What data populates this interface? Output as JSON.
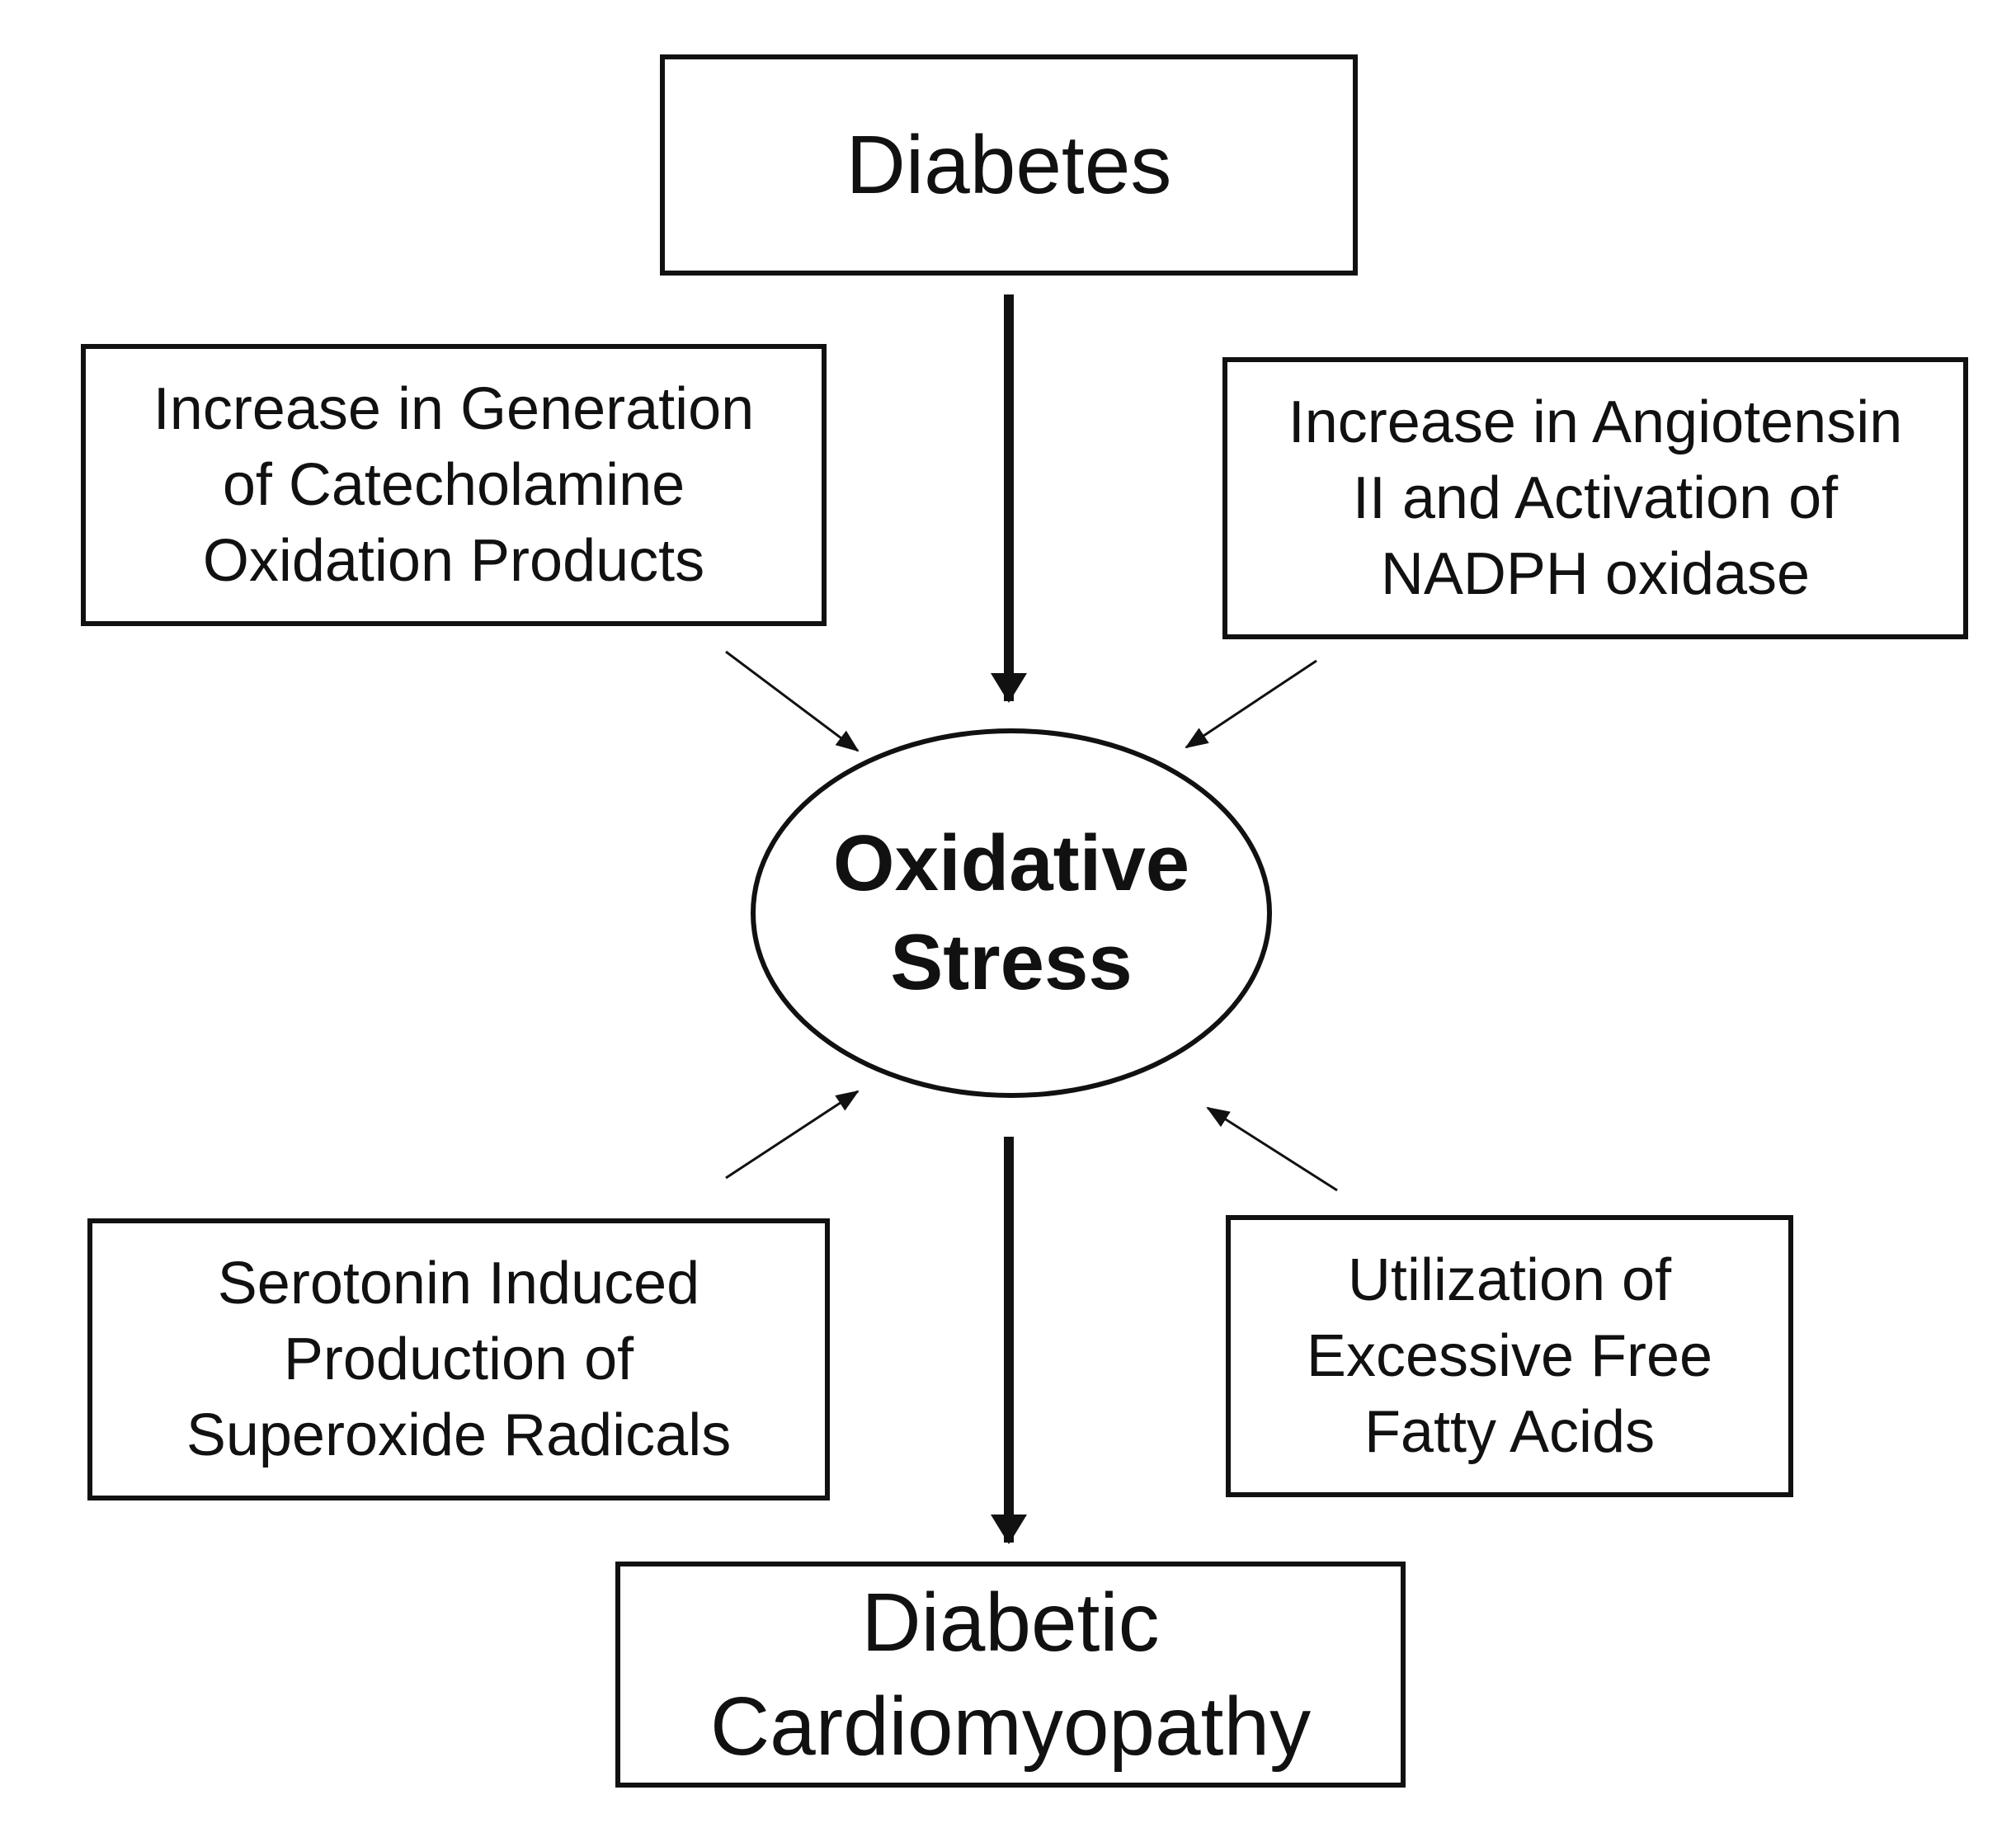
{
  "diagram": {
    "top_node": {
      "lines": [
        "Diabetes"
      ]
    },
    "left_top_factor": {
      "lines": [
        "Increase in Generation",
        "of Catecholamine",
        "Oxidation Products"
      ]
    },
    "right_top_factor": {
      "lines": [
        "Increase in Angiotensin",
        "II and Activation of",
        "NADPH oxidase"
      ]
    },
    "center_node": {
      "lines": [
        "Oxidative",
        "Stress"
      ]
    },
    "left_bottom_factor": {
      "lines": [
        "Serotonin Induced",
        "Production of",
        "Superoxide Radicals"
      ]
    },
    "right_bottom_factor": {
      "lines": [
        "Utilization of",
        "Excessive Free",
        "Fatty Acids"
      ]
    },
    "bottom_node": {
      "lines": [
        "Diabetic",
        "Cardiomyopathy"
      ]
    },
    "edges": [
      {
        "from": "top_node",
        "to": "center_node",
        "style": "thick"
      },
      {
        "from": "left_top_factor",
        "to": "center_node",
        "style": "thin"
      },
      {
        "from": "right_top_factor",
        "to": "center_node",
        "style": "thin"
      },
      {
        "from": "left_bottom_factor",
        "to": "center_node",
        "style": "thin"
      },
      {
        "from": "right_bottom_factor",
        "to": "center_node",
        "style": "thin"
      },
      {
        "from": "center_node",
        "to": "bottom_node",
        "style": "thick"
      }
    ],
    "colors": {
      "line": "#111111",
      "background": "#ffffff"
    }
  }
}
